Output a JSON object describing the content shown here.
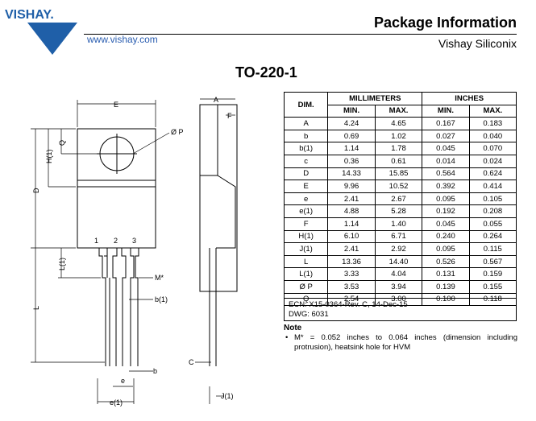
{
  "header": {
    "logo_text": "VISHAY.",
    "url": "www.vishay.com",
    "title": "Package Information",
    "subtitle": "Vishay Siliconix"
  },
  "package": {
    "title": "TO-220-1"
  },
  "drawing_labels": {
    "E": "E",
    "A": "A",
    "F": "F",
    "OP": "Ø P",
    "Q": "Q",
    "H1": "H(1)",
    "D": "D",
    "pin1": "1",
    "pin2": "2",
    "pin3": "3",
    "L1": "L(1)",
    "Mstar": "M*",
    "b1": "b(1)",
    "L": "L",
    "C": "C",
    "e": "e",
    "b": "b",
    "e1": "e(1)",
    "J1": "J(1)"
  },
  "table": {
    "dim_header": "DIM.",
    "group_mm": "MILLIMETERS",
    "group_in": "INCHES",
    "min": "MIN.",
    "max": "MAX.",
    "rows": [
      {
        "dim": "A",
        "mm_min": "4.24",
        "mm_max": "4.65",
        "in_min": "0.167",
        "in_max": "0.183"
      },
      {
        "dim": "b",
        "mm_min": "0.69",
        "mm_max": "1.02",
        "in_min": "0.027",
        "in_max": "0.040"
      },
      {
        "dim": "b(1)",
        "mm_min": "1.14",
        "mm_max": "1.78",
        "in_min": "0.045",
        "in_max": "0.070"
      },
      {
        "dim": "c",
        "mm_min": "0.36",
        "mm_max": "0.61",
        "in_min": "0.014",
        "in_max": "0.024"
      },
      {
        "dim": "D",
        "mm_min": "14.33",
        "mm_max": "15.85",
        "in_min": "0.564",
        "in_max": "0.624"
      },
      {
        "dim": "E",
        "mm_min": "9.96",
        "mm_max": "10.52",
        "in_min": "0.392",
        "in_max": "0.414"
      },
      {
        "dim": "e",
        "mm_min": "2.41",
        "mm_max": "2.67",
        "in_min": "0.095",
        "in_max": "0.105"
      },
      {
        "dim": "e(1)",
        "mm_min": "4.88",
        "mm_max": "5.28",
        "in_min": "0.192",
        "in_max": "0.208"
      },
      {
        "dim": "F",
        "mm_min": "1.14",
        "mm_max": "1.40",
        "in_min": "0.045",
        "in_max": "0.055"
      },
      {
        "dim": "H(1)",
        "mm_min": "6.10",
        "mm_max": "6.71",
        "in_min": "0.240",
        "in_max": "0.264"
      },
      {
        "dim": "J(1)",
        "mm_min": "2.41",
        "mm_max": "2.92",
        "in_min": "0.095",
        "in_max": "0.115"
      },
      {
        "dim": "L",
        "mm_min": "13.36",
        "mm_max": "14.40",
        "in_min": "0.526",
        "in_max": "0.567"
      },
      {
        "dim": "L(1)",
        "mm_min": "3.33",
        "mm_max": "4.04",
        "in_min": "0.131",
        "in_max": "0.159"
      },
      {
        "dim": "Ø P",
        "mm_min": "3.53",
        "mm_max": "3.94",
        "in_min": "0.139",
        "in_max": "0.155"
      },
      {
        "dim": "Q",
        "mm_min": "2.54",
        "mm_max": "3.00",
        "in_min": "0.100",
        "in_max": "0.118"
      }
    ]
  },
  "ecn": {
    "line1": "ECN: X15-0364-Rev. C, 14-Dec-15",
    "line2": "DWG: 6031"
  },
  "note": {
    "title": "Note",
    "bullet": "•",
    "text": "M* = 0.052 inches to 0.064 inches (dimension including protrusion), heatsink hole for HVM"
  },
  "colors": {
    "logo_blue": "#1f5fa8",
    "url_blue": "#2a5db0",
    "text": "#000000"
  }
}
